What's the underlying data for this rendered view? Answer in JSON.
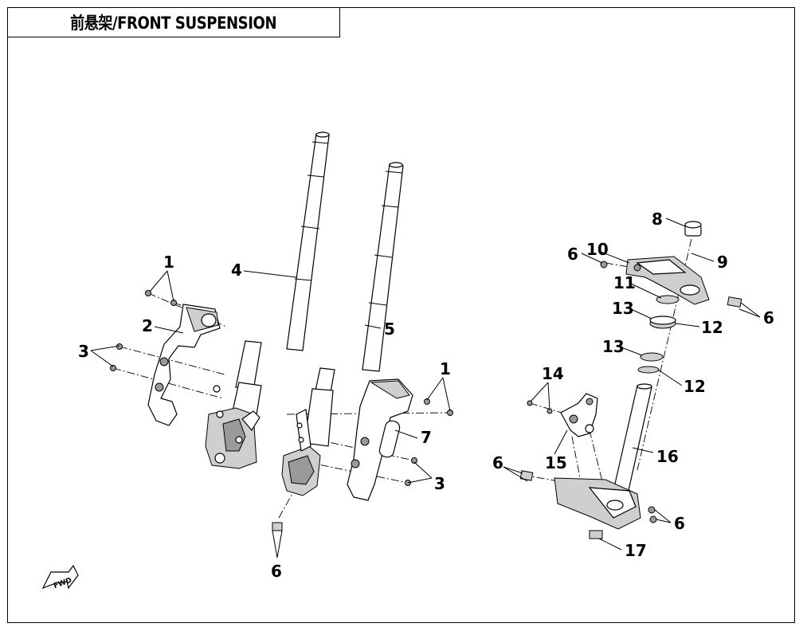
{
  "title": "前悬架/FRONT SUSPENSION",
  "fwd_label": "FWD",
  "callouts": {
    "c1a": "1",
    "c1b": "1",
    "c2": "2",
    "c3a": "3",
    "c3b": "3",
    "c4": "4",
    "c5": "5",
    "c6a": "6",
    "c6b": "6",
    "c6c": "6",
    "c6d": "6",
    "c6e": "6",
    "c7": "7",
    "c8": "8",
    "c9": "9",
    "c10": "10",
    "c11": "11",
    "c12a": "12",
    "c12b": "12",
    "c13a": "13",
    "c13b": "13",
    "c14": "14",
    "c15": "15",
    "c16": "16",
    "c17": "17"
  }
}
